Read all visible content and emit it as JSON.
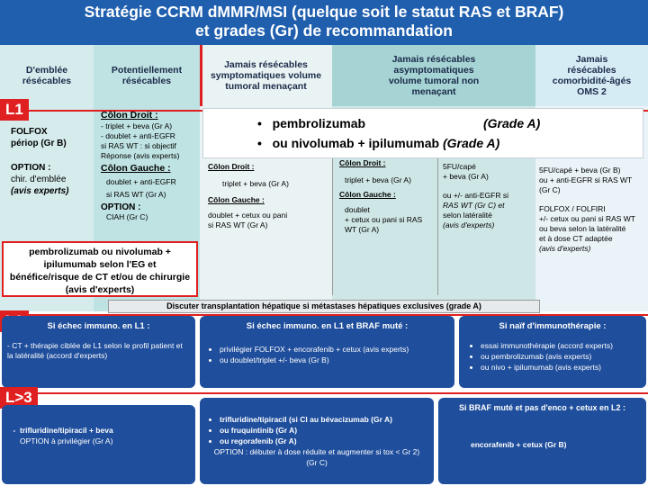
{
  "title": {
    "line1": "Stratégie CCRM dMMR/MSI (quelque soit le statut RAS et BRAF)",
    "line2": "et grades (Gr) de recommandation"
  },
  "columns": {
    "c1": "D'emblée résécables",
    "c2": "Potentiellement résécables",
    "c3": "Jamais résécables symptomatiques volume tumoral menaçant",
    "c4": "Jamais résécables asymptomatiques volume tumoral non menaçant",
    "c5": "Jamais résécables comorbidité-âgés OMS 2"
  },
  "lines": {
    "l1": "L1",
    "l2": "L2",
    "l3": "L>3"
  },
  "l1": {
    "col1": {
      "folfox": "FOLFOX",
      "periop": "périop (Gr B)",
      "option": "OPTION :",
      "chir": "chir. d'emblée",
      "avis": "(avis experts)"
    },
    "col2": {
      "colon_droit": "Côlon Droit :",
      "d1": "- triplet + beva (Gr A)",
      "d2": "- doublet + anti-EGFR",
      "d3": "si RAS WT : si objectif",
      "d4": "Réponse (avis experts)",
      "colon_gauche": "Côlon Gauche :",
      "g1": "doublet + anti-EGFR",
      "g2": "si RAS WT (Gr A)",
      "option": "OPTION :",
      "ciah": "CIAH (Gr C)"
    },
    "immuno": {
      "i1": "pembrolizumab",
      "i1_grade": "(Grade A)",
      "i2": "ou   nivolumab + ipilumumab",
      "i2_grade": "(Grade A)"
    },
    "col3": {
      "colon_droit": "Côlon Droit :",
      "d1": "triplet + beva (Gr A)",
      "colon_gauche": "Côlon Gauche :",
      "g1": "doublet + cetux ou pani",
      "g2": "si RAS WT (Gr A)"
    },
    "col4a": {
      "colon_droit": "Côlon Droit :",
      "d1": "triplet + beva (Gr A)",
      "colon_gauche": "Côlon Gauche :",
      "g1": "doublet",
      "g2": "+ cetux ou pani si RAS",
      "g3": "WT (Gr A)"
    },
    "col4b": {
      "a1": "5FU/capé",
      "a2": "+ beva (Gr A)",
      "b1": "ou +/- anti-EGFR si",
      "b2": "RAS WT (Gr C) et",
      "b3": "selon latéralité",
      "b4": "(avis d'experts)"
    },
    "col5": {
      "a1": "5FU/capé + beva (Gr B)",
      "a2": "ou + anti-EGFR si RAS WT",
      "a3": "(Gr C)",
      "b1": "FOLFOX / FOLFIRI",
      "b2": "+/- cetux ou pani si RAS WT",
      "b3": "ou beva selon la latéralité",
      "b4": "et à dose CT adaptée",
      "b5": "(avis d'experts)"
    },
    "redbox": "pembrolizumab ou nivolumab + ipilumumab selon l'EG et bénéfice/risque de CT et/ou de chirurgie (avis d'experts)",
    "transplant": "Discuter transplantation hépatique si métastases hépatiques exclusives (grade A)"
  },
  "l2": {
    "box1": {
      "header": "Si échec immuno. en L1 :",
      "items": [
        "- CT + thérapie ciblée de L1 selon le profil patient et la latéralité (accord d'experts)"
      ]
    },
    "box2": {
      "header": "Si échec immuno. en L1 et BRAF muté :",
      "items": [
        "privilégier FOLFOX + encorafenib + cetux (avis experts)",
        "ou doublet/triplet +/- beva (Gr B)"
      ]
    },
    "box3": {
      "header": "Si naïf d'immunothérapie :",
      "items": [
        "essai immunothérapie (accord experts)",
        "ou pembrolizumab (avis experts)",
        "ou nivo + ipilumumab (avis experts)"
      ]
    }
  },
  "l3": {
    "box1": {
      "items": [
        "trifluridine/tipiracil + beva",
        "OPTION à privilégier (Gr A)"
      ]
    },
    "box2": {
      "items": [
        "trifluridine/tipiracil (si CI au bévacizumab (Gr A)",
        "ou fruquintinib (Gr A)",
        "ou regorafenib (Gr A)"
      ],
      "option": "OPTION : débuter à dose réduite et augmenter si tox < Gr 2) (Gr C)"
    },
    "box3": {
      "header": "Si BRAF muté et pas d'enco + cetux en L2 :",
      "item": "encorafenib + cetux (Gr B)"
    }
  }
}
